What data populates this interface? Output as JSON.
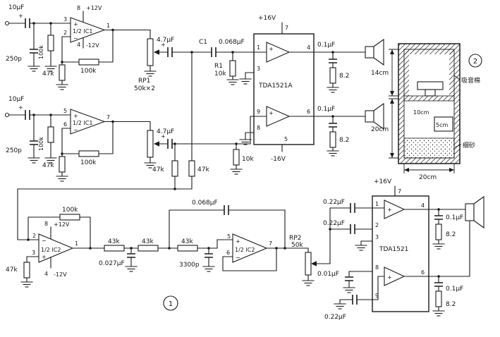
{
  "sym": {
    "plus": "+",
    "minus": "−"
  },
  "fig": {
    "circle1": "1",
    "circle2": "2"
  },
  "ch1": {
    "c_in": "10μF",
    "pin3": "3",
    "pin2": "2",
    "pin1": "1",
    "pin8": "8",
    "vcc": "+12V",
    "pin4": "4",
    "vee": "-12V",
    "ic": "1/2 IC1",
    "r_in": "100k",
    "c_rf": "250p",
    "r_gnd": "47k",
    "r_fb": "100k",
    "c_out": "4.7μF"
  },
  "rp1": {
    "name": "RP1",
    "value": "50k×2"
  },
  "mid": {
    "c1_name": "C1",
    "c1_val": "0.068μF",
    "r1_name": "R1",
    "r1_val": "10k"
  },
  "ch2": {
    "c_in": "10μF",
    "pin5": "5",
    "pin6": "6",
    "pin7": "7",
    "ic": "1/2 IC1",
    "r_in": "100k",
    "c_rf": "250p",
    "r_gnd": "47k",
    "r_fb": "100k",
    "c_out": "4.7μF",
    "r_ser": "10k"
  },
  "mix": {
    "r_a": "47k",
    "r_b": "47k"
  },
  "tda1": {
    "name": "TDA1521A",
    "vcc": "+16V",
    "vee": "-16V",
    "pin7": "7",
    "pin1": "1",
    "pin3": "3",
    "pin9": "9",
    "pin8": "8",
    "pin5": "5",
    "pin4": "4",
    "pin6": "6"
  },
  "out1": {
    "c": "0.1μF",
    "r": "8.2"
  },
  "out2": {
    "c": "0.1μF",
    "r": "8.2"
  },
  "sub": {
    "r_fb": "100k",
    "pin2": "2",
    "pin3": "3",
    "pin1": "1",
    "pin8": "8",
    "vcc": "+12V",
    "pin4": "4",
    "vee": "-12V",
    "ic_a": "1/2 IC2",
    "r_gnd": "47k",
    "r1": "43k",
    "r2": "43k",
    "r3": "43k",
    "c1": "0.027μF",
    "c2": "3300p",
    "c_fb": "0.068μF",
    "pin5": "5",
    "pin6": "6",
    "pin7": "7",
    "ic_b": "1/2 IC2"
  },
  "rp2": {
    "name": "RP2",
    "value": "50k"
  },
  "tda2": {
    "name": "TDA1521",
    "vcc": "+16V",
    "pin7": "7",
    "pin1": "1",
    "pin2": "2",
    "pin3": "3",
    "pin8": "8",
    "pin9": "9",
    "pin4": "4",
    "pin6": "6",
    "c_in1": "0.22μF",
    "c_in2": "0.22μF",
    "c_p8": "0.01μF",
    "c_p9": "0.22μF"
  },
  "out3": {
    "c": "0.1μF",
    "r": "8.2"
  },
  "out4": {
    "c": "0.1μF",
    "r": "8.2"
  },
  "box": {
    "dim_top": "14cm",
    "dim_bottom": "20cm",
    "dim_width": "20cm",
    "port_w": "10cm",
    "port_h": "5cm",
    "cotton": "吸音棉",
    "sand": "细砂"
  }
}
